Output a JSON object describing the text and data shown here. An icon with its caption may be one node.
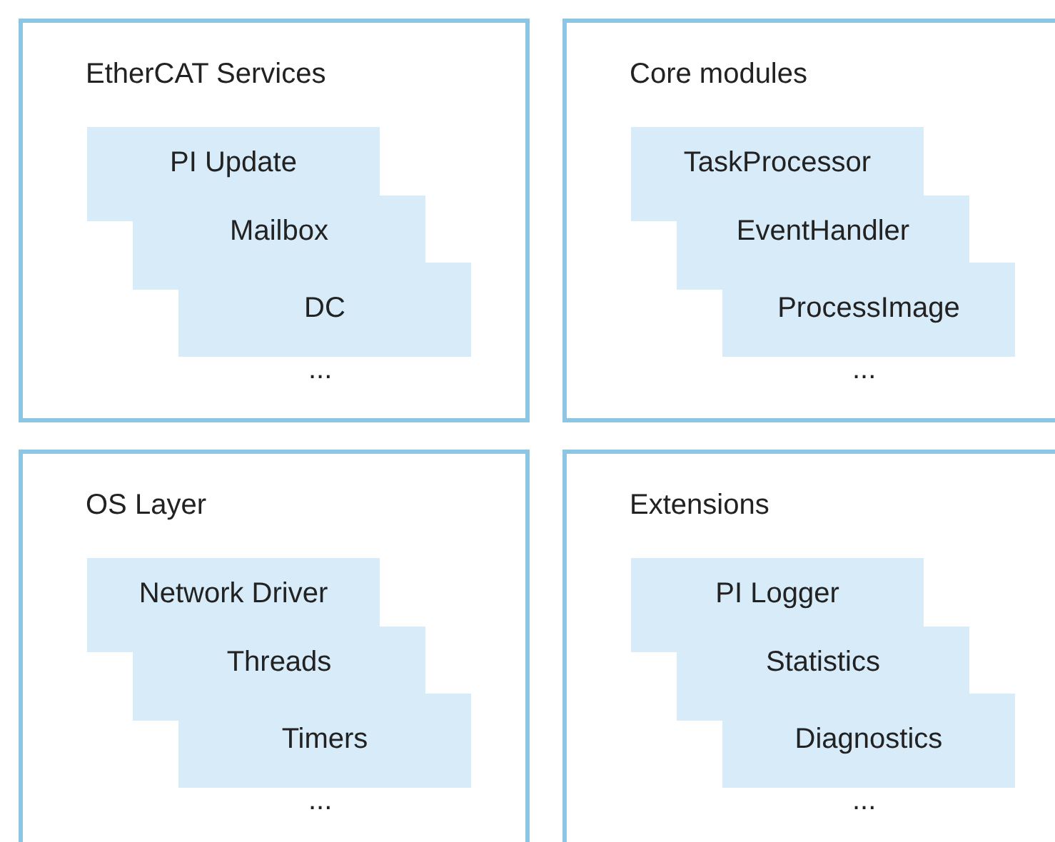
{
  "diagram": {
    "nodes": [
      {
        "text": [
          "EtherCAT Services",
          "..."
        ]
      },
      {
        "text": [
          "PI Update"
        ],
        "in": 0
      },
      {
        "text": [
          "Mailbox"
        ],
        "in": 0
      },
      {
        "text": [
          "DC"
        ],
        "in": 0
      },
      {
        "text": [
          "Core modules",
          "..."
        ]
      },
      {
        "text": [
          "TaskProcessor"
        ],
        "in": 4
      },
      {
        "text": [
          "EventHandler"
        ],
        "in": 4
      },
      {
        "text": [
          "ProcessImage"
        ],
        "in": 4
      },
      {
        "text": [
          "OS Layer",
          "..."
        ]
      },
      {
        "text": [
          "Network Driver"
        ],
        "in": 8
      },
      {
        "text": [
          "Threads"
        ],
        "in": 8
      },
      {
        "text": [
          "Timers"
        ],
        "in": 8
      },
      {
        "text": [
          "Extensions",
          "..."
        ]
      },
      {
        "text": [
          "PI Logger"
        ],
        "in": 12
      },
      {
        "text": [
          "Statistics"
        ],
        "in": 12
      },
      {
        "text": [
          "Diagnostics"
        ],
        "in": 12
      }
    ]
  }
}
